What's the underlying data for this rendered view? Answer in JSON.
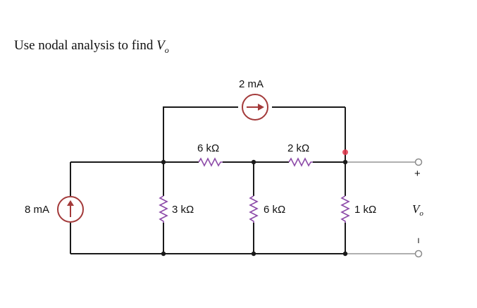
{
  "problem": {
    "text": "Use nodal analysis to find ",
    "var": "V",
    "sub": "o"
  },
  "components": {
    "source_left": "8 mA",
    "source_top": "2 mA",
    "r_top_left": "6 kΩ",
    "r_top_right": "2 kΩ",
    "r_mid_left": "3 kΩ",
    "r_mid_center": "6 kΩ",
    "r_mid_right": "1 kΩ"
  },
  "output": {
    "plus": "+",
    "minus": "−",
    "var": "V",
    "sub": "o"
  },
  "colors": {
    "wire": "#1a1a1a",
    "resistor": "#8c4aa8",
    "source": "#a33a3a",
    "terminal": "#b0b0b0",
    "marker": "#e0354a"
  }
}
